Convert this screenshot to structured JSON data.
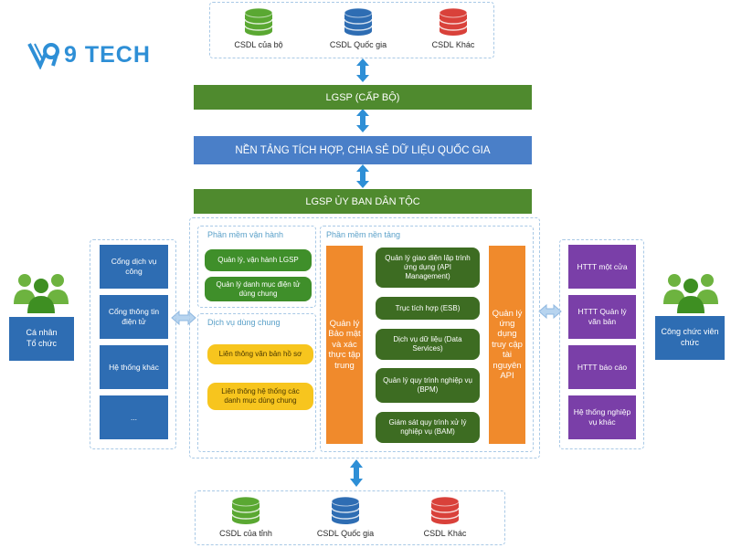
{
  "logo": {
    "text": "9 TECH",
    "colors": {
      "mark": "#2e8fd6",
      "text": "#2e8fd6"
    }
  },
  "top_databases": [
    {
      "label": "CSDL của bộ",
      "color": "#5aa832"
    },
    {
      "label": "CSDL Quốc gia",
      "color": "#2e6db3"
    },
    {
      "label": "CSDL Khác",
      "color": "#d9413a"
    }
  ],
  "bottom_databases": [
    {
      "label": "CSDL của tỉnh",
      "color": "#5aa832"
    },
    {
      "label": "CSDL Quốc gia",
      "color": "#2e6db3"
    },
    {
      "label": "CSDL Khác",
      "color": "#d9413a"
    }
  ],
  "bars": {
    "lgsp_cap_bo": "LGSP (CẤP BỘ)",
    "national_platform": "NỀN TẢNG TÍCH HỢP, CHIA SẺ DỮ LIỆU QUỐC GIA",
    "lgsp_uy_ban": "LGSP ỦY BAN DÂN TỘC"
  },
  "operation_software": {
    "title": "Phần mềm vận hành",
    "items": [
      "Quản lý, vận hành LGSP",
      "Quản lý danh mục điện tử dùng chung"
    ]
  },
  "shared_services": {
    "title": "Dịch vụ dùng chung",
    "items": [
      "Liên thông văn bản hồ sơ",
      "Liên thông hệ thống các danh mục dùng chung"
    ]
  },
  "platform_software": {
    "title": "Phần mềm nền tảng",
    "security": "Quản lý Bảo mật và xác thực tập trung",
    "items": [
      "Quản lý giao diện lập trình ứng dụng (API Management)",
      "Trục tích hợp (ESB)",
      "Dịch vụ dữ liệu (Data Services)",
      "Quản lý quy trình nghiệp vụ (BPM)",
      "Giám sát quy trình xử lý nghiệp vụ (BAM)"
    ],
    "api_access": "Quản lý ứng dụng truy cập tài nguyên API"
  },
  "left_column": {
    "items": [
      "Cổng dịch vụ công",
      "Cổng thông tin điện tử",
      "Hệ thống khác",
      "..."
    ]
  },
  "right_column": {
    "items": [
      "HTTT một cửa",
      "HTTT Quản lý văn bản",
      "HTTT báo cáo",
      "Hệ thống nghiệp vụ khác"
    ]
  },
  "left_person": {
    "label": "Cá nhân\nTổ chức"
  },
  "right_person": {
    "label": "Công chức viên chức"
  }
}
